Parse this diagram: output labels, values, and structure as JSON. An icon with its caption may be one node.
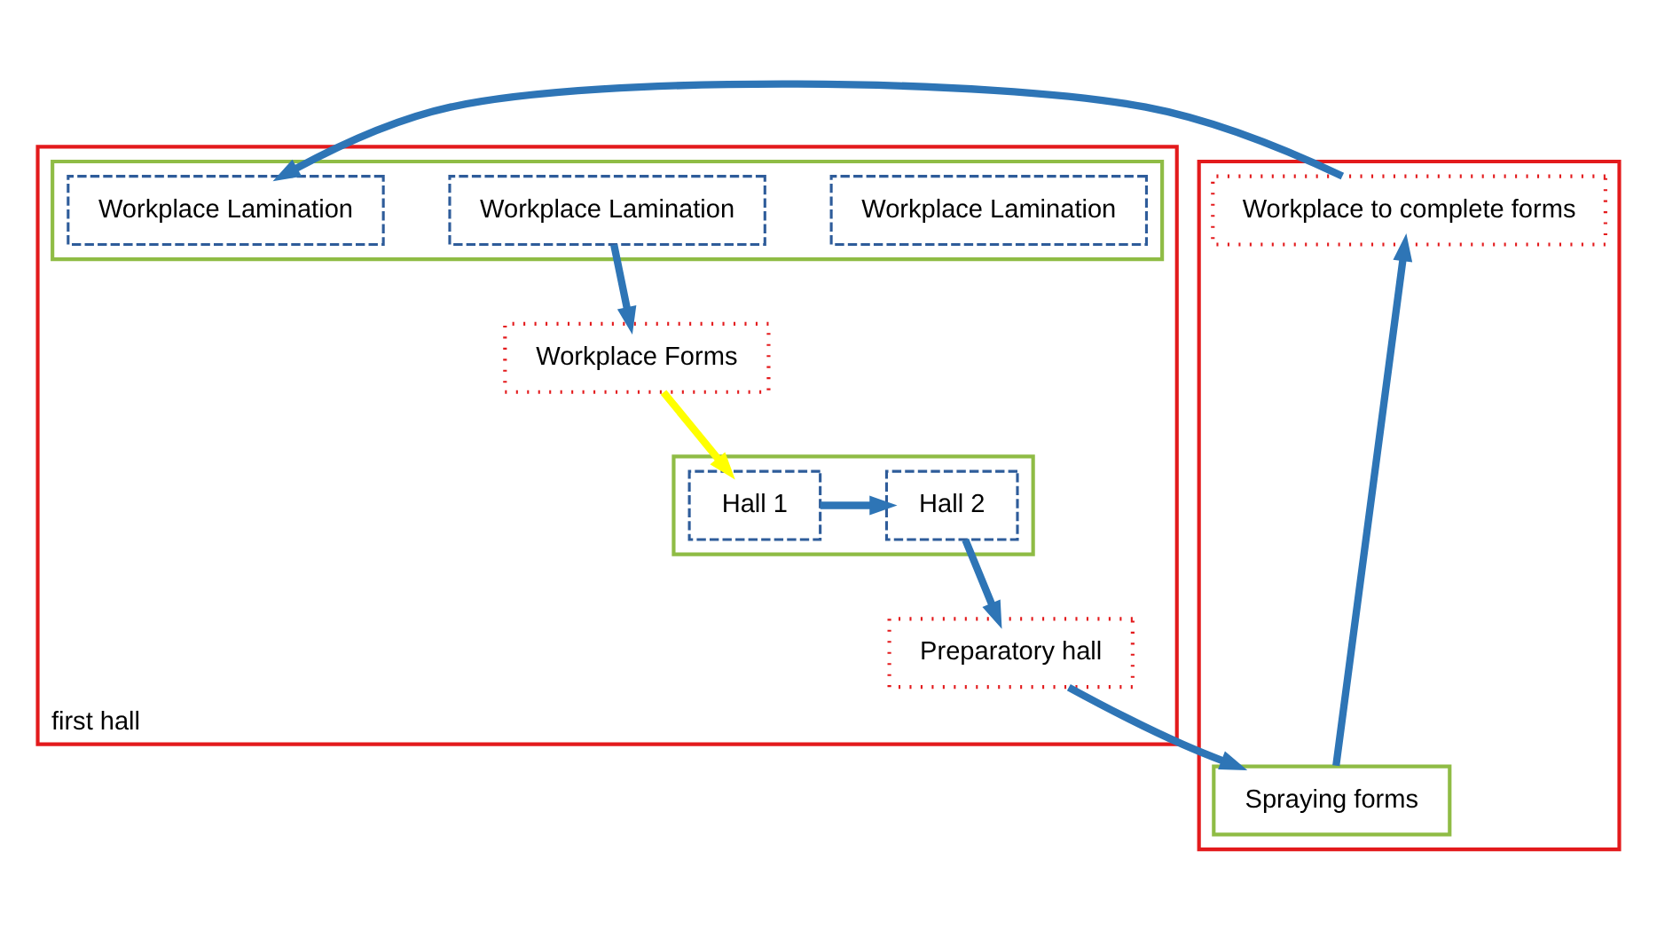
{
  "diagram": {
    "nodes": [
      {
        "text": [
          "first hall"
        ]
      },
      {
        "text": [],
        "shape": "box",
        "in": 0
      },
      {
        "text": [
          "Workplace Lamination"
        ],
        "in": 1
      },
      {
        "text": [
          "Workplace Lamination"
        ],
        "in": 1
      },
      {
        "text": [
          "Workplace Lamination"
        ],
        "in": 1
      },
      {
        "text": [
          "Workplace Forms"
        ],
        "in": 0
      },
      {
        "text": [],
        "shape": "box",
        "in": 0
      },
      {
        "text": [
          "Hall 1"
        ],
        "in": 6
      },
      {
        "text": [
          "Hall 2"
        ],
        "in": 6
      },
      {
        "text": [
          "Preparatory hall"
        ],
        "in": 0
      },
      {
        "text": [],
        "shape": "box"
      },
      {
        "text": [
          "Workplace to complete forms"
        ],
        "in": 10
      },
      {
        "text": [
          "Spraying forms"
        ],
        "in": 10
      }
    ],
    "edges": [
      {
        "from": 11,
        "to": 4,
        "arrow": "to"
      },
      {
        "from": 3,
        "to": 5,
        "arrow": "to"
      },
      {
        "from": 5,
        "to": 7,
        "arrow": "to",
        "color": "#ffff00"
      },
      {
        "from": 7,
        "to": 8,
        "arrow": "to"
      },
      {
        "from": 8,
        "to": 9,
        "arrow": "to"
      },
      {
        "from": 9,
        "to": 12,
        "arrow": "to"
      },
      {
        "from": 12,
        "to": 11,
        "arrow": "to"
      }
    ]
  }
}
